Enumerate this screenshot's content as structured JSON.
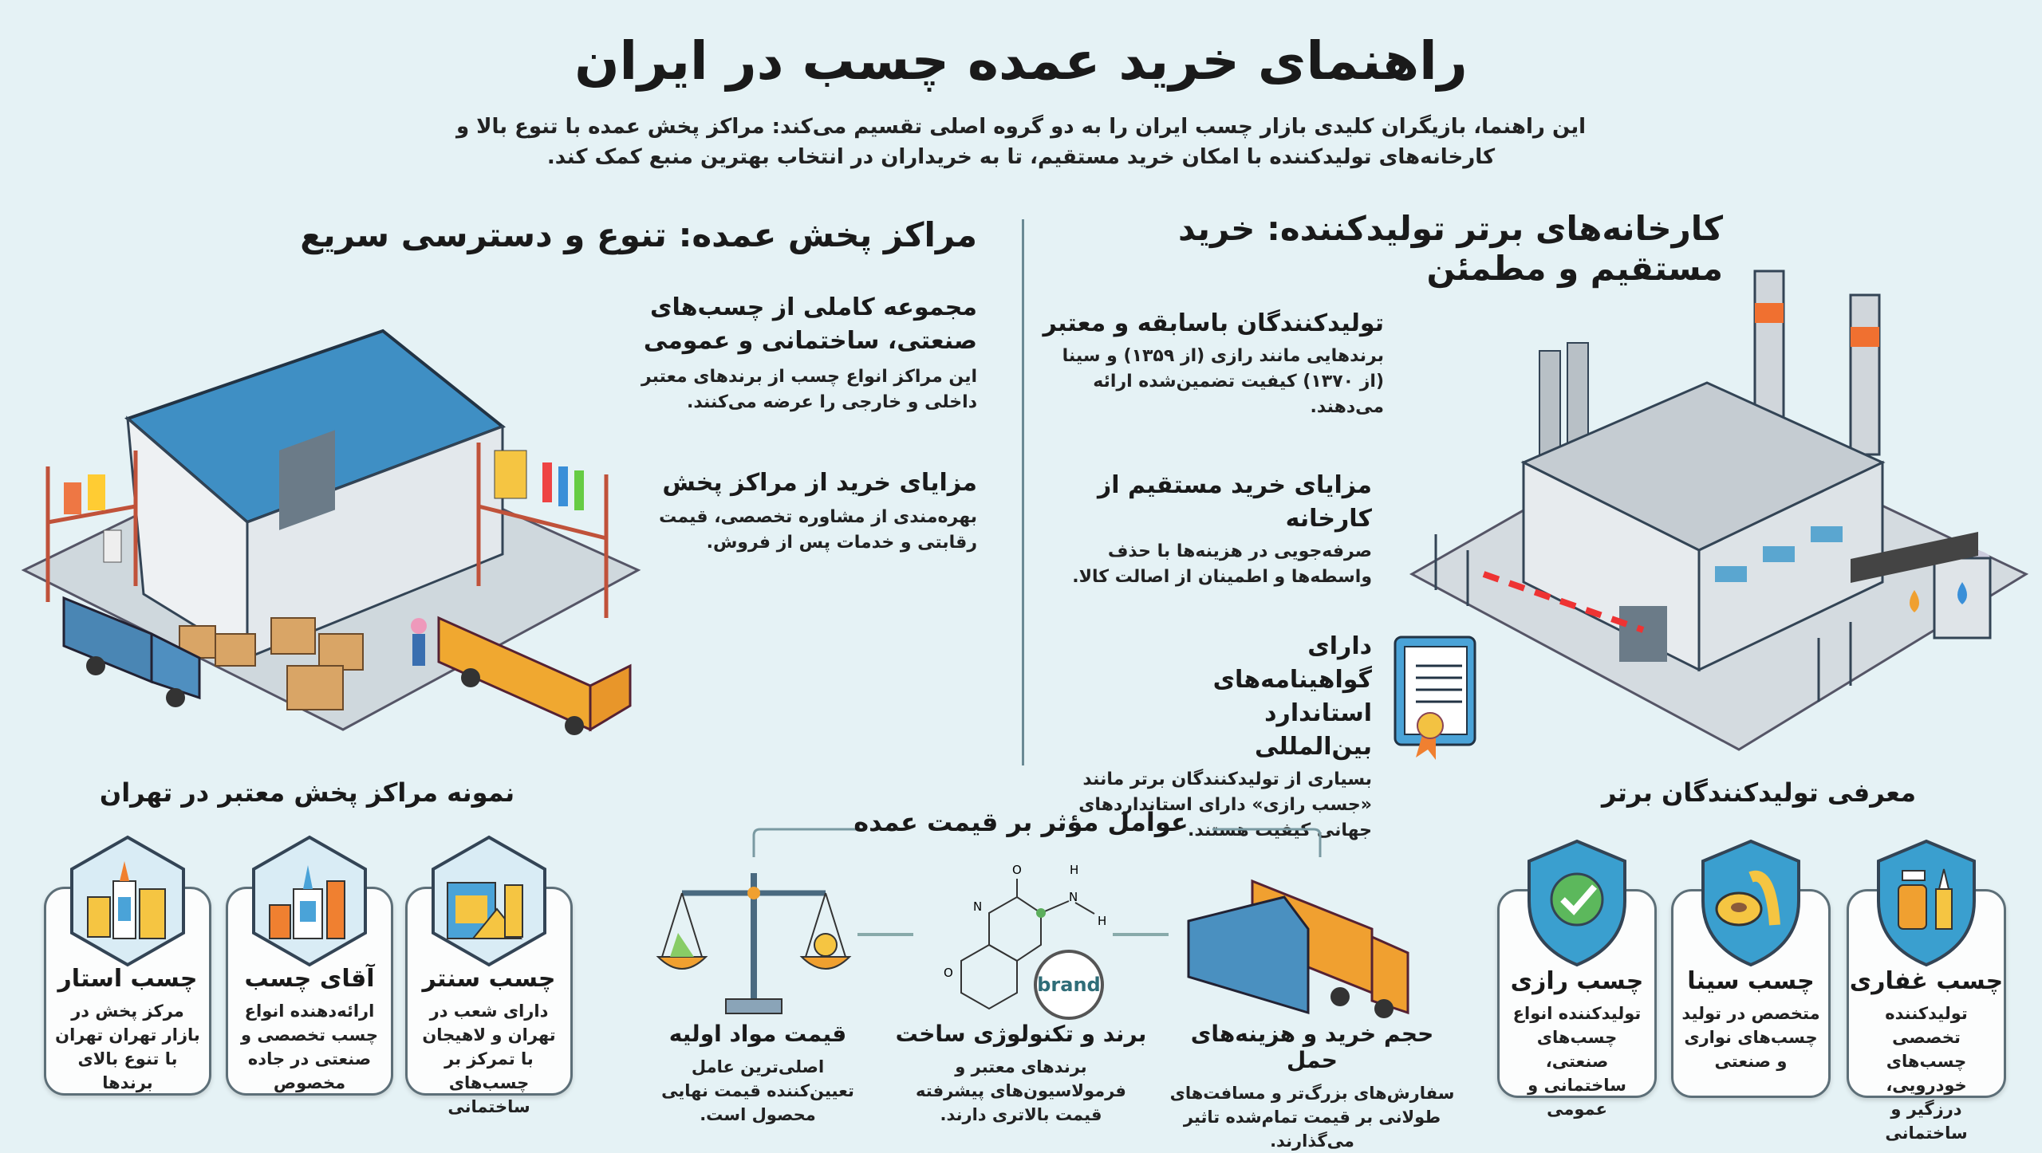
{
  "title": "راهنمای خرید عمده چسب در ایران",
  "subtitle": {
    "line1": "این راهنما، بازیگران کلیدی بازار چسب ایران را به دو گروه اصلی تقسیم می‌کند: مراکز پخش عمده با تنوع بالا و",
    "line2": "کارخانه‌های تولیدکننده با امکان خرید مستقیم، تا به خریداران در انتخاب بهترین منبع کمک کند."
  },
  "distribution": {
    "heading": "مراکز پخش عمده: تنوع و دسترسی سریع",
    "points": [
      {
        "title": "مجموعه کاملی از چسب‌های صنعتی، ساختمانی و عمومی",
        "body": "این مراکز انواع چسب از برندهای معتبر داخلی و خارجی را عرضه می‌کنند."
      },
      {
        "title": "مزایای خرید از مراکز پخش",
        "body": "بهره‌مندی از مشاوره تخصصی، قیمت رقابتی و خدمات پس از فروش."
      }
    ]
  },
  "factories": {
    "heading": "کارخانه‌های برتر تولیدکننده: خرید مستقیم و مطمئن",
    "points": [
      {
        "title": "تولیدکنندگان باسابقه و معتبر",
        "body": "برندهایی مانند رازی (از ۱۳۵۹) و سینا (از ۱۳۷۰) کیفیت تضمین‌شده ارائه می‌دهند."
      },
      {
        "title": "مزایای خرید مستقیم از کارخانه",
        "body": "صرفه‌جویی در هزینه‌ها با حذف واسطه‌ها و اطمینان از اصالت کالا."
      },
      {
        "title": "دارای گواهینامه‌های استاندارد بین‌المللی",
        "body": "بسیاری از تولیدکنندگان برتر مانند «جسب رازی» دارای استانداردهای جهانی کیفیت هستند."
      }
    ]
  },
  "tehran": {
    "heading": "نمونه مراکز پخش معتبر در تهران",
    "cards": [
      {
        "name": "چسب استار",
        "desc": "مرکز پخش در بازار تهران تهران با تنوع بالای برندها"
      },
      {
        "name": "آقای چسب",
        "desc": "ارائه‌دهنده انواع چسب تخصصی و صنعتی در جاده مخصوص"
      },
      {
        "name": "چسب سنتر",
        "desc": "دارای شعب در تهران و لاهیجان با تمرکز بر چسب‌های ساختمانی"
      }
    ]
  },
  "price_factors": {
    "heading": "عوامل مؤثر بر قیمت عمده",
    "brand_label": "brand",
    "molecule_labels": {
      "n1": "N",
      "n2": "N",
      "h1": "H",
      "h2": "H",
      "o1": "O",
      "o2": "O"
    },
    "items": [
      {
        "title": "قیمت مواد اولیه",
        "body": "اصلی‌ترین عامل تعیین‌کننده قیمت نهایی محصول است."
      },
      {
        "title": "برند و تکنولوژی ساخت",
        "body": "برندهای معتبر و فرمولاسیون‌های پیشرفته قیمت بالاتری دارند."
      },
      {
        "title": "حجم خرید و هزینه‌های حمل",
        "body": "سفارش‌های بزرگ‌تر و مسافت‌های طولانی بر قیمت تمام‌شده تاثیر می‌گذارند."
      }
    ]
  },
  "producers": {
    "heading": "معرفی تولیدکنندگان برتر",
    "cards": [
      {
        "name": "چسب رازی",
        "desc": "تولیدکننده انواع چسب‌های صنعتی، ساختمانی و عمومی"
      },
      {
        "name": "چسب سینا",
        "desc": "متخصص در تولید چسب‌های نواری و صنعتی"
      },
      {
        "name": "چسب غفاری",
        "desc": "تولیدکننده تخصصی چسب‌های خودرویی، درزگیر و ساختمانی"
      }
    ]
  },
  "colors": {
    "background": "#e5f2f5",
    "roof_blue": "#3f8fc4",
    "accent_orange": "#f0a030",
    "shield_blue": "#3a9fcf",
    "check_green": "#5cb85c"
  }
}
